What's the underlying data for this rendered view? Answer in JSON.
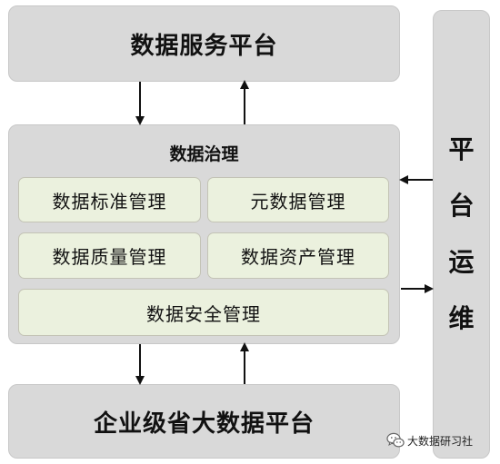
{
  "top_platform": {
    "label": "数据服务平台"
  },
  "governance": {
    "title": "数据治理",
    "modules": {
      "standards": "数据标准管理",
      "metadata": "元数据管理",
      "quality": "数据质量管理",
      "assets": "数据资产管理",
      "security": "数据安全管理"
    }
  },
  "bottom_platform": {
    "label": "企业级省大数据平台"
  },
  "side_panel": {
    "chars": [
      "平",
      "台",
      "运",
      "维"
    ]
  },
  "watermark": {
    "label": "大数据研习社",
    "icon": "wechat-icon"
  },
  "colors": {
    "box_gray": "#d9d9d9",
    "module_green": "#ebf1de",
    "arrow": "#111111"
  }
}
